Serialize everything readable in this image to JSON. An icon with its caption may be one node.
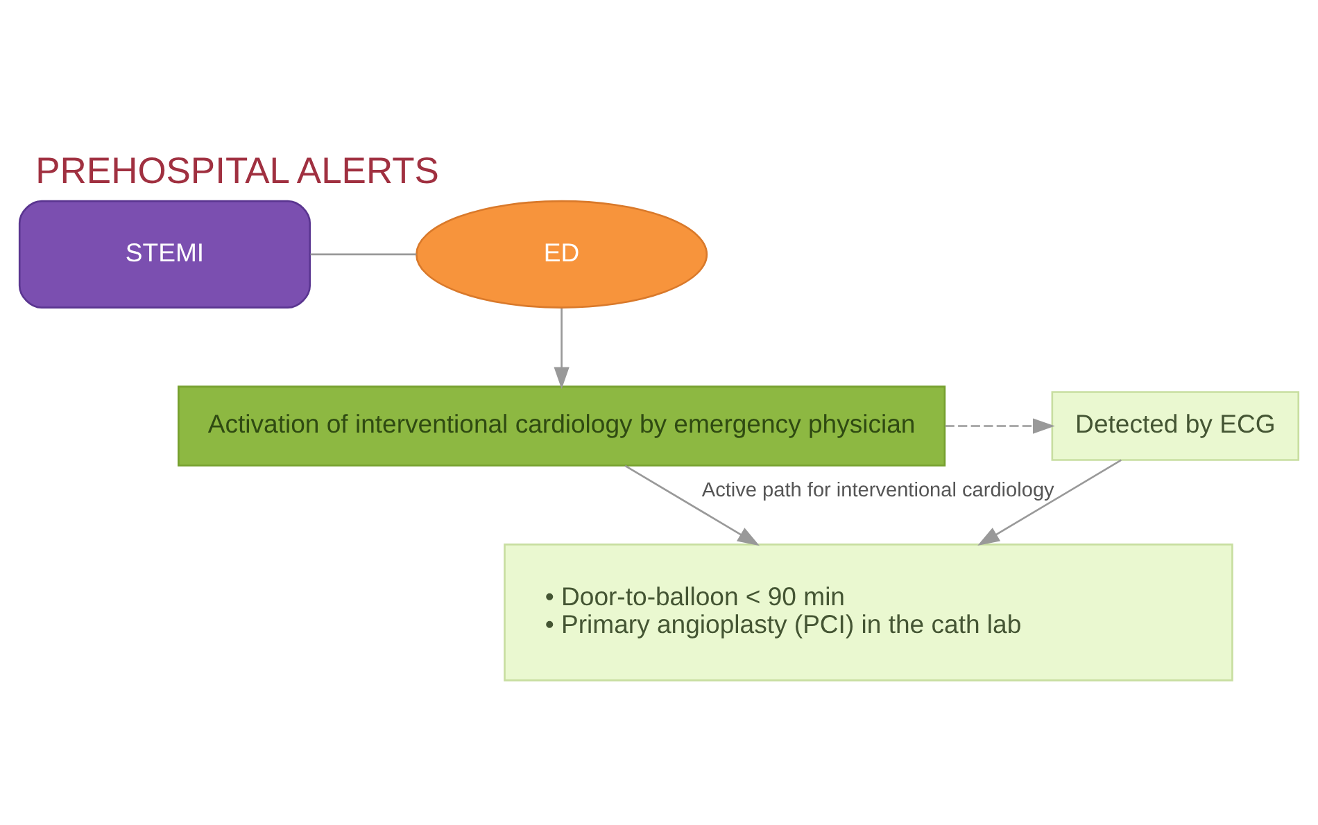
{
  "diagram": {
    "title": "PREHOSPITAL ALERTS",
    "nodes": [
      {
        "text": [
          "STEMI"
        ]
      },
      {
        "text": [
          "ED"
        ]
      },
      {
        "text": [
          "Activation of interventional cardiology by emergency physician"
        ]
      },
      {
        "text": [
          "Detected by ECG"
        ]
      },
      {
        "text": [
          "• Door-to-balloon < 90 min",
          "• Primary angioplasty (PCI) in the cath lab"
        ]
      }
    ],
    "edges": [
      {
        "from": 0,
        "to": 1,
        "arrow": "none"
      },
      {
        "from": 1,
        "to": 2,
        "arrow": "to"
      },
      {
        "from": 2,
        "to": 3,
        "arrow": "to",
        "style": "dashed"
      },
      {
        "from": 3,
        "to": 4,
        "arrow": "to",
        "label": "Active path for interventional cardiology"
      },
      {
        "from": 2,
        "to": 4,
        "arrow": "to"
      }
    ]
  }
}
